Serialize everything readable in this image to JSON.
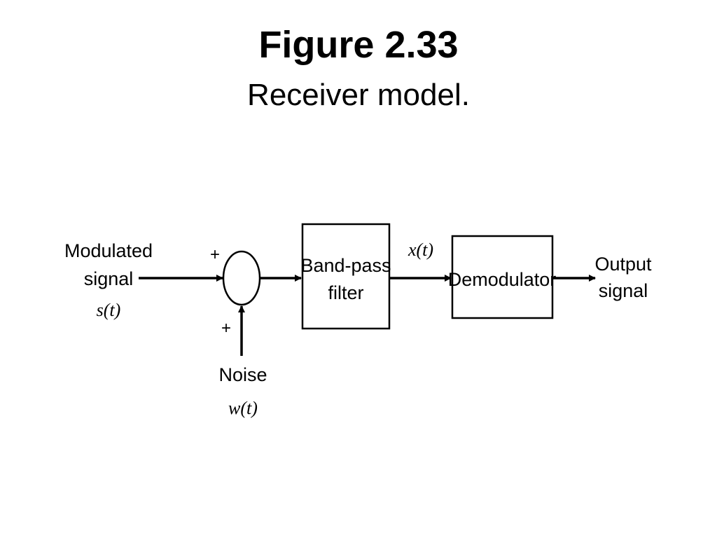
{
  "figure": {
    "title": "Figure 2.33",
    "caption": "Receiver model."
  },
  "diagram": {
    "input_label_line1": "Modulated",
    "input_label_line2": "signal",
    "input_math": "s(t)",
    "summer_top_sign": "+",
    "summer_bottom_sign": "+",
    "noise_label": "Noise",
    "noise_math": "w(t)",
    "bandpass_line1": "Band-pass",
    "bandpass_line2": "filter",
    "intermediate_math": "x(t)",
    "demodulator_label": "Demodulator",
    "output_label_line1": "Output",
    "output_label_line2": "signal"
  }
}
